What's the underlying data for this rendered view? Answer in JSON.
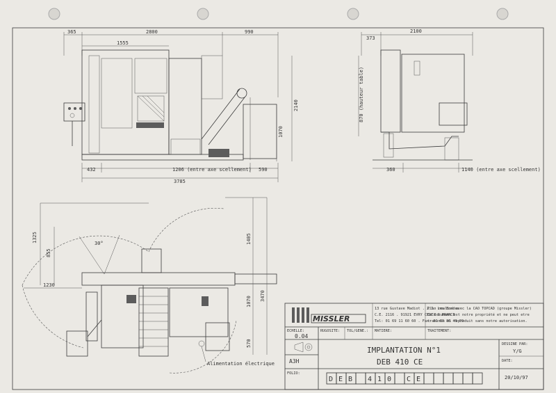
{
  "dimensions": {
    "front_top": [
      "365",
      "2800",
      "990"
    ],
    "front_inner": "1555",
    "front_right_1": "2140",
    "front_right_2": "1070",
    "front_bottom_1": [
      "432",
      "1206 (entre axe scellement)",
      "590"
    ],
    "front_bottom_2": "3785",
    "side_top": "2100",
    "side_left_top": "373",
    "side_height": "870 (hauteur table)",
    "side_bottom": [
      "360",
      "1140 (entre axe scellement)"
    ],
    "plan_left_1": "1325",
    "plan_left_2": "855",
    "plan_angle": "30°",
    "plan_width": "1230",
    "plan_right_1": "1405",
    "plan_right_2": "1070",
    "plan_right_3": "3470",
    "plan_right_4": "570"
  },
  "notes": {
    "alimentation": "Alimentation électrique"
  },
  "title_block": {
    "company": "MISSLER",
    "address": [
      "13 rue Gustave Madiot . Z.I. Les Bordes",
      "C.E. 2116 . 91921 EVRY CEDEX 9 FRANCE",
      "Tel: 01 69 11 60 60 . Fax: 01 60 86 40 69"
    ],
    "notice": [
      "Plan realisé avec la CAO TOPCAD (groupe Missler)",
      "Ce document est notre propriété et ne peut etre",
      "transmis ni reproduit sans notre autorisation."
    ],
    "echelle_label": "ECHELLE:",
    "echelle_value": "0.04",
    "rugosite_label": "RUGOSITE:",
    "tolgene_label": "TOL/GENE.:",
    "matiere_label": "MATIERE:",
    "traitement_label": "TRAITEMENT:",
    "format": "A3H",
    "folio_label": "FOLIO:",
    "title": "IMPLANTATION N°1",
    "subtitle": "DEB 410 CE",
    "ref_boxes": [
      "D",
      "E",
      "B",
      "",
      "4",
      "1",
      "0",
      "",
      "C",
      "E",
      "",
      "",
      "",
      "",
      "",
      ""
    ],
    "dessine_label": "DESSINE PAR:",
    "dessine_value": "Y/G",
    "date_label": "DATE:",
    "date_value": "20/10/97"
  }
}
